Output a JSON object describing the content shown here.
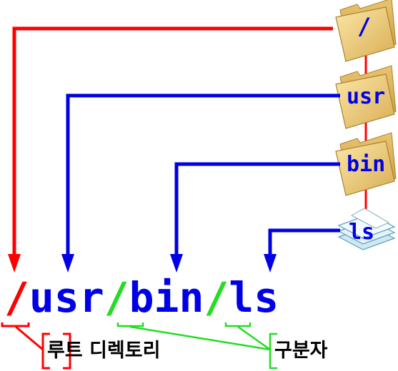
{
  "colors": {
    "root": "#ff0000",
    "path": "#0000e6",
    "separator": "#22dd22",
    "folder_body": "#f2d68a",
    "folder_dark": "#c9a44a",
    "file_fill": "#dff1f8",
    "file_edge": "#5b9db5"
  },
  "tree": {
    "root_label": "/",
    "usr_label": "usr",
    "bin_label": "bin",
    "ls_label": "ls"
  },
  "path": {
    "root_slash": "/",
    "usr": "usr",
    "slash2": "/",
    "bin": "bin",
    "slash3": "/",
    "ls": "ls"
  },
  "callouts": {
    "root_dir": "루트 디렉토리",
    "separator": "구분자"
  },
  "icons": {
    "folder": "folder-icon",
    "file": "file-stack-icon"
  }
}
